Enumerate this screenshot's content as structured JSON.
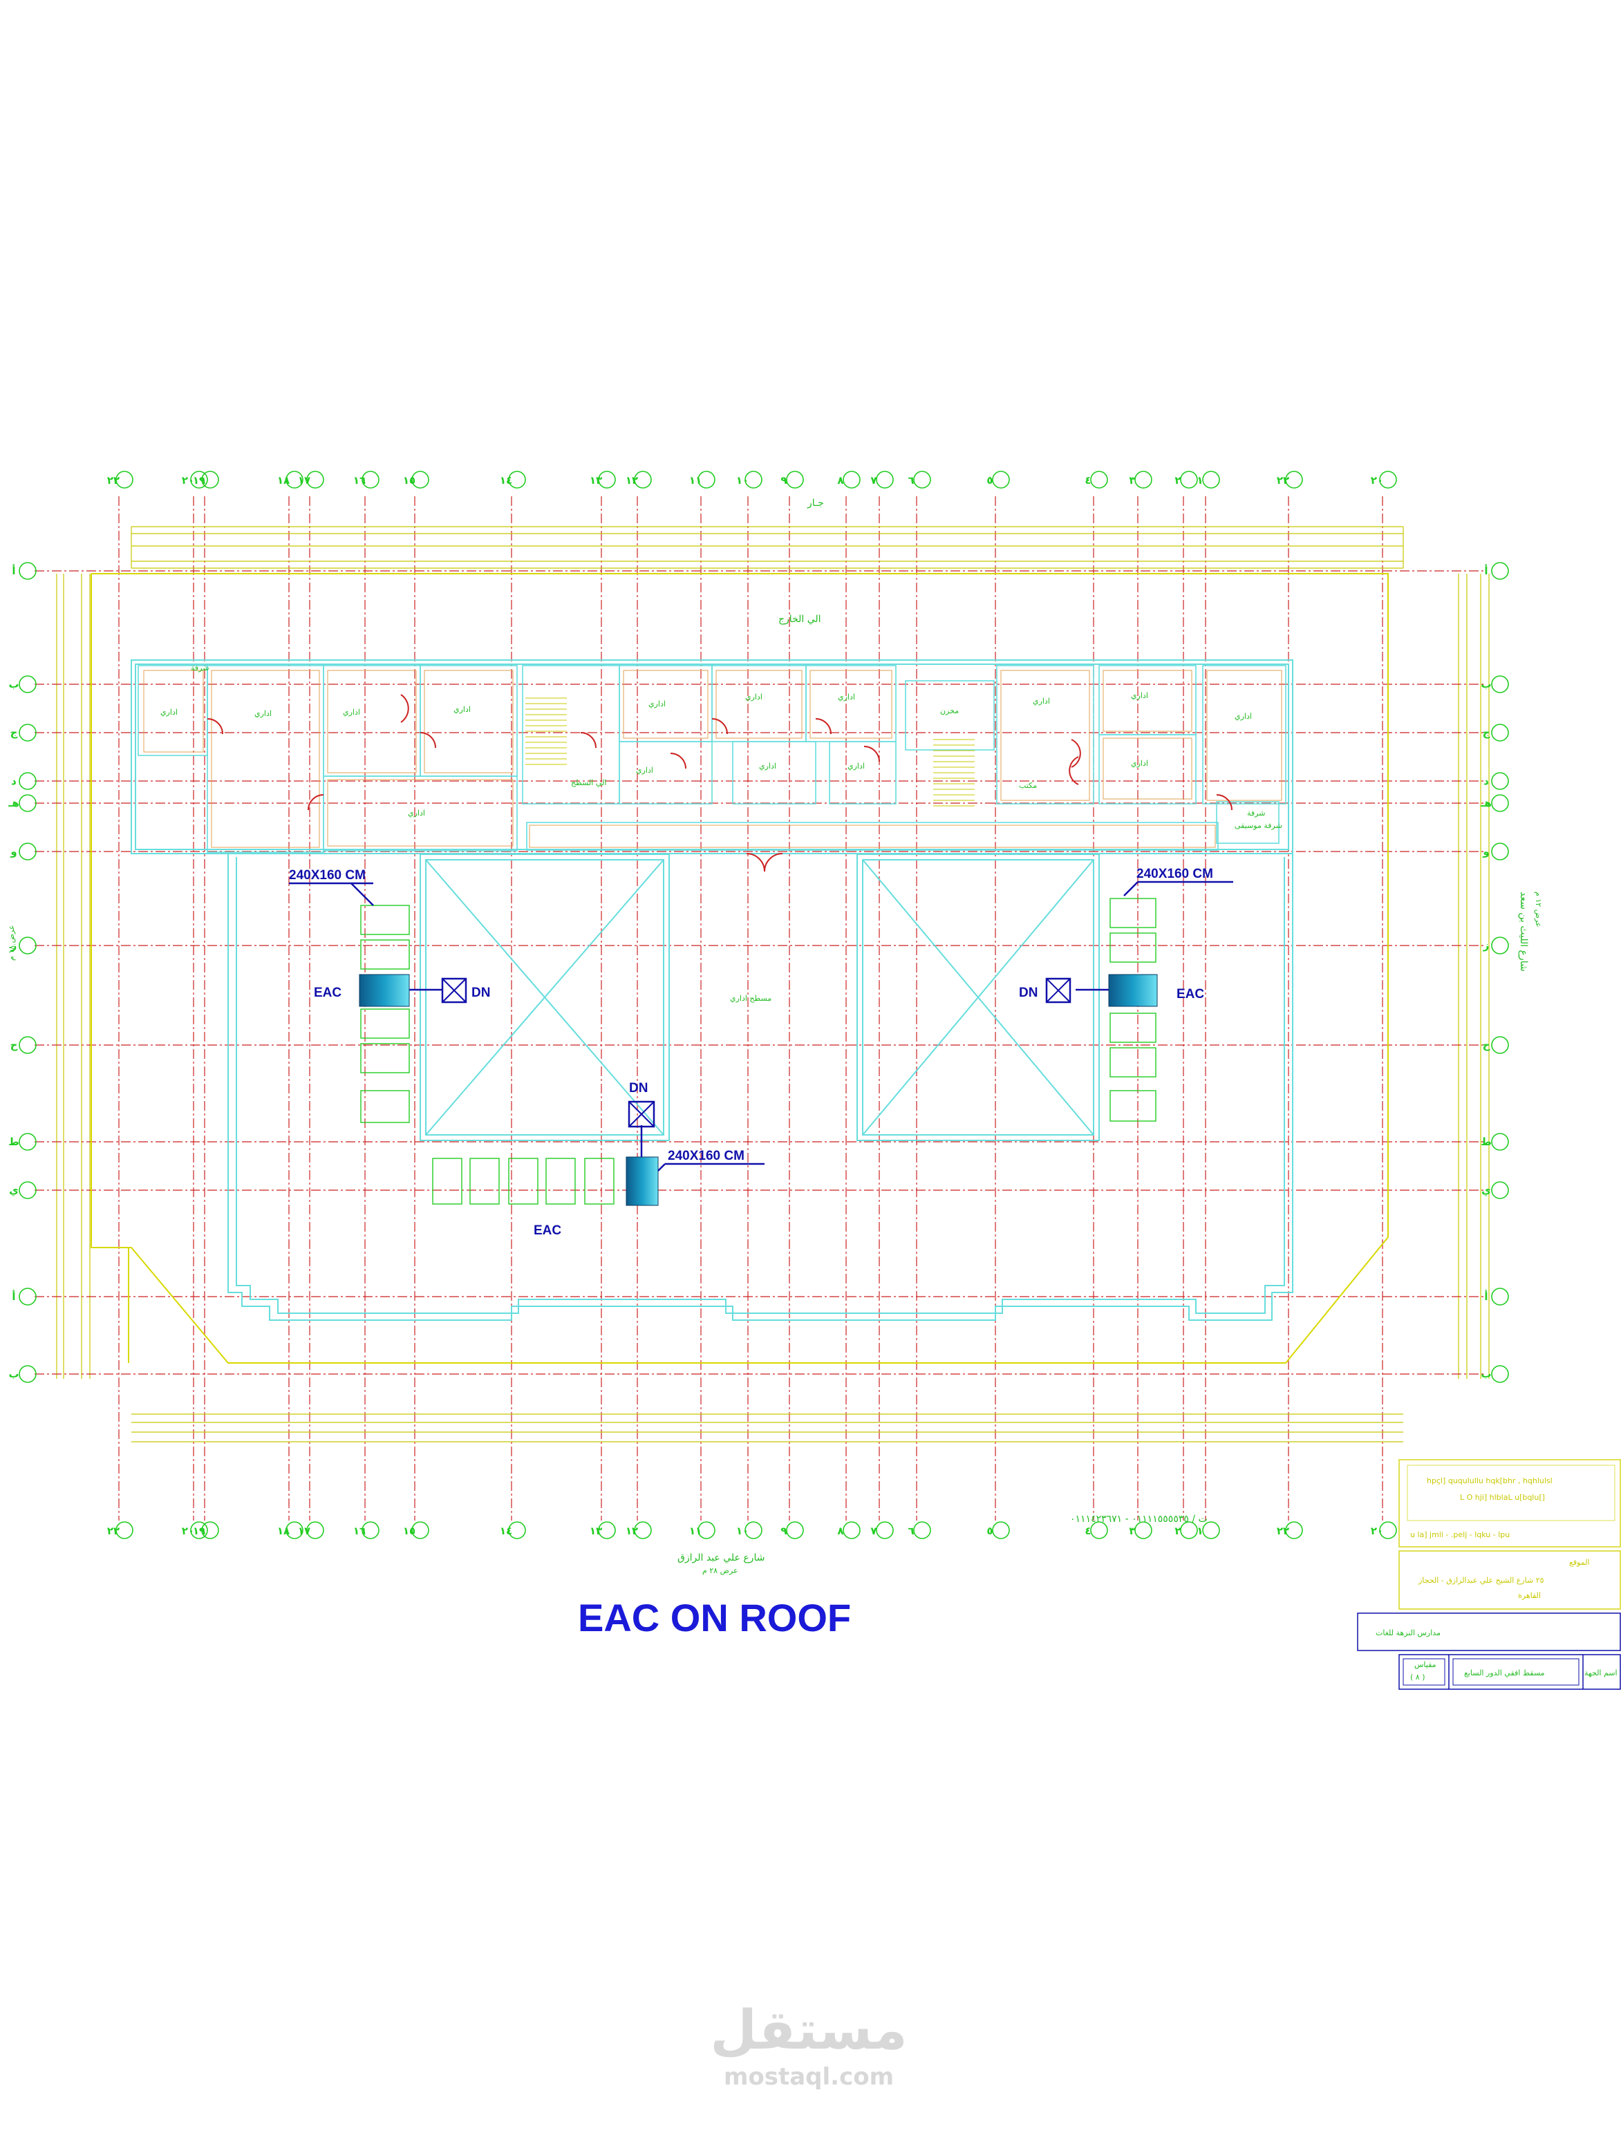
{
  "title": "EAC  ON ROOF",
  "eac_units": [
    {
      "label": "EAC",
      "size": "240X160 CM",
      "drain": "DN"
    },
    {
      "label": "EAC",
      "size": "240X160 CM",
      "drain": "DN"
    },
    {
      "label": "EAC",
      "size": "240X160 CM",
      "drain": "DN"
    }
  ],
  "rooms": {
    "admin": "اداري",
    "stairs_up": "الي السطح",
    "storage": "مخزن",
    "office": "مكتب",
    "corridor_roof": "مسطح اداري",
    "balcony": "شرفة موسيقى",
    "balcony_short": "شرفة",
    "exit": "الي الخارج"
  },
  "streets": {
    "bottom": "شارع علي عبد الرازق",
    "bottom_width": "عرض ٢٨ م",
    "right": "شارع الليث بن سعد",
    "right_width": "عرض ١٢ م",
    "left_width": "عرض ١٨ م",
    "top": "جـار"
  },
  "phone": "ت / ٠١١١١٥٥٥٥٣٥ - ٠١١١٤٢٣٦٧١",
  "grid_labels": {
    "top": [
      "٢٢",
      "٢٠",
      "١٩",
      "١٨",
      "١٧",
      "١٦",
      "١٥",
      "١٤",
      "١٣",
      "١٢",
      "١١",
      "١٠",
      "٩",
      "٨",
      "٧",
      "٦",
      "٥",
      "٤",
      "٣",
      "٢",
      "١"
    ],
    "rows": [
      "أ",
      "ب",
      "ج",
      "د",
      "هـ",
      "و",
      "ز",
      "ح",
      "ط",
      "ي"
    ]
  },
  "title_block": {
    "header_line1": "hpçl] ququlullu hqk[bhr , hqhlulsl",
    "header_line2": "L O hji] hlblaL u[bqlu[]",
    "header_line3": "u la] jmli  -  .pelj  -  lqku  -  lpu",
    "location_label": "الموقع",
    "location_line1": "٢٥ شارع الشيخ علي عبدالرازق - الحجاز",
    "location_line2": "القاهرة",
    "project": "مدارس النزهة للغات",
    "sheet_label": "مسقط افقي الدور السابع",
    "sheet_no_label": "مقياس",
    "sheet_no": "( ٨ )",
    "owner_label": "اسم الجهة"
  },
  "watermark": {
    "brand": "مستقل",
    "url": "mostaql.com"
  }
}
